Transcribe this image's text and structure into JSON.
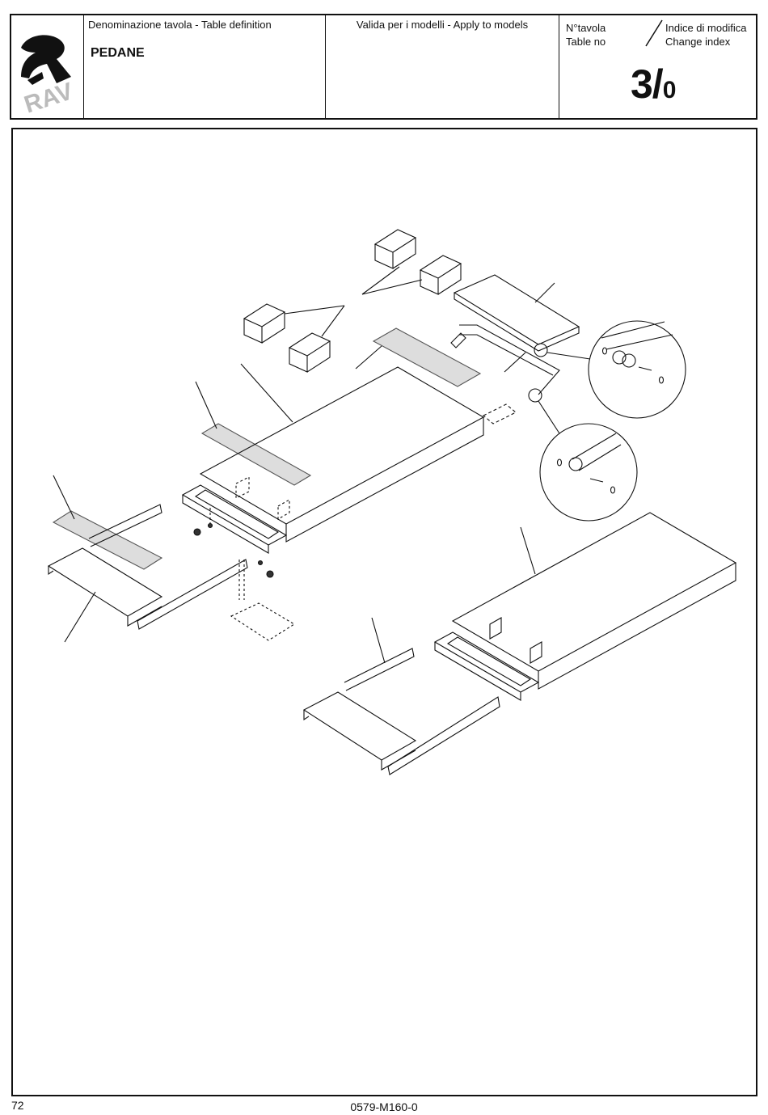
{
  "header": {
    "logo_text": "RAV",
    "definition_label": "Denominazione tavola - Table definition",
    "definition_value": "PEDANE",
    "models_label": "Valida per i modelli - Apply to models",
    "table_no_it": "N°tavola",
    "table_no_en": "Table no",
    "change_index_it": "Indice di modifica",
    "change_index_en": "Change index",
    "table_number": "3/",
    "change_index_value": "0"
  },
  "footer": {
    "page_number": "72",
    "document_code": "0579-M160-0"
  }
}
